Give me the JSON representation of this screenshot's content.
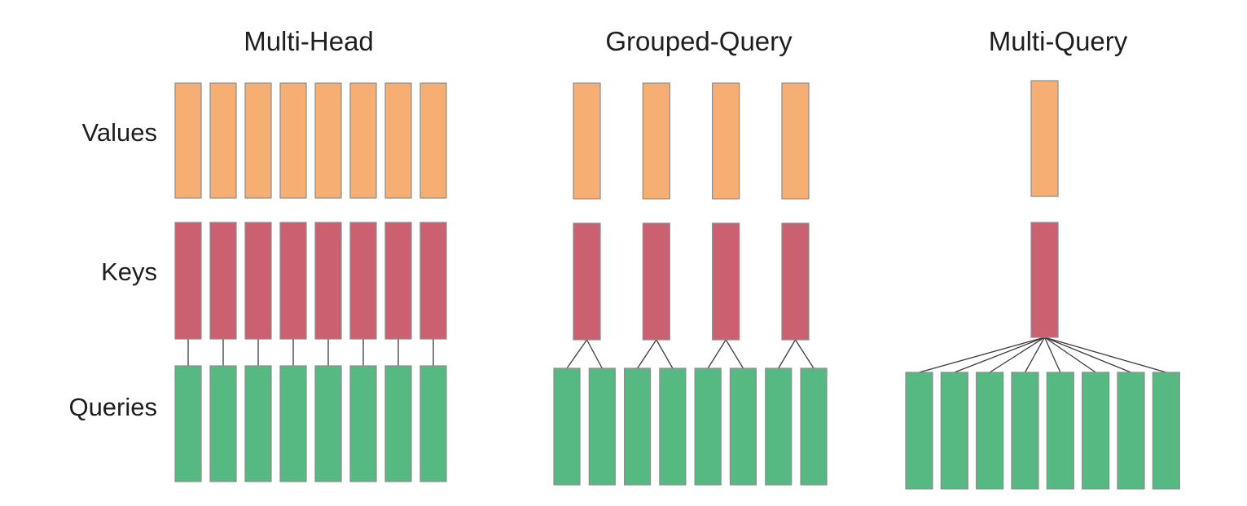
{
  "diagram": {
    "description": "Attention mechanism comparison diagram",
    "colors": {
      "background": "#ffffff",
      "values_fill": "#F6AE73",
      "keys_fill": "#CB6170",
      "queries_fill": "#56B981",
      "bar_border": "#8C8C8C",
      "connector_line": "#3C3C3C",
      "text": "#1E1E1E"
    },
    "row_labels": [
      {
        "label": "Values"
      },
      {
        "label": "Keys"
      },
      {
        "label": "Queries"
      }
    ],
    "panels": [
      {
        "title": "Multi-Head",
        "num_values": 8,
        "num_keys": 8,
        "num_queries": 8,
        "queries_per_key": 1
      },
      {
        "title": "Grouped-Query",
        "num_values": 4,
        "num_keys": 4,
        "num_queries": 8,
        "queries_per_key": 2
      },
      {
        "title": "Multi-Query",
        "num_values": 1,
        "num_keys": 1,
        "num_queries": 8,
        "queries_per_key": 8
      }
    ]
  }
}
